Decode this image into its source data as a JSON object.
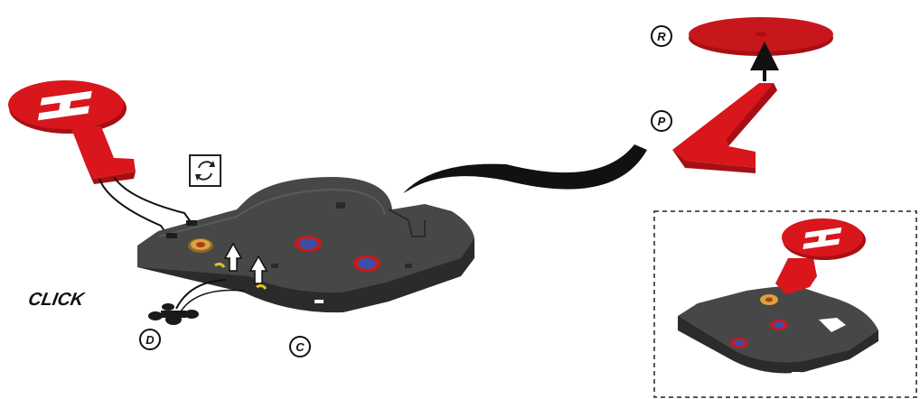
{
  "labels": {
    "click": "CLICK",
    "callout_r": "R",
    "callout_p": "P",
    "callout_d": "D",
    "callout_c": "C"
  },
  "icons": {
    "rotate": "rotate-icon",
    "helipad_h": "helipad-letter-h-icon"
  },
  "colors": {
    "red": "#d9161c",
    "red_dark": "#a80f14",
    "base_dark": "#3c3c3c",
    "base_top": "#4a4a4a",
    "gold": "#d9a441",
    "blue": "#3b4fa6",
    "arrow_yellow": "#e0c020"
  }
}
